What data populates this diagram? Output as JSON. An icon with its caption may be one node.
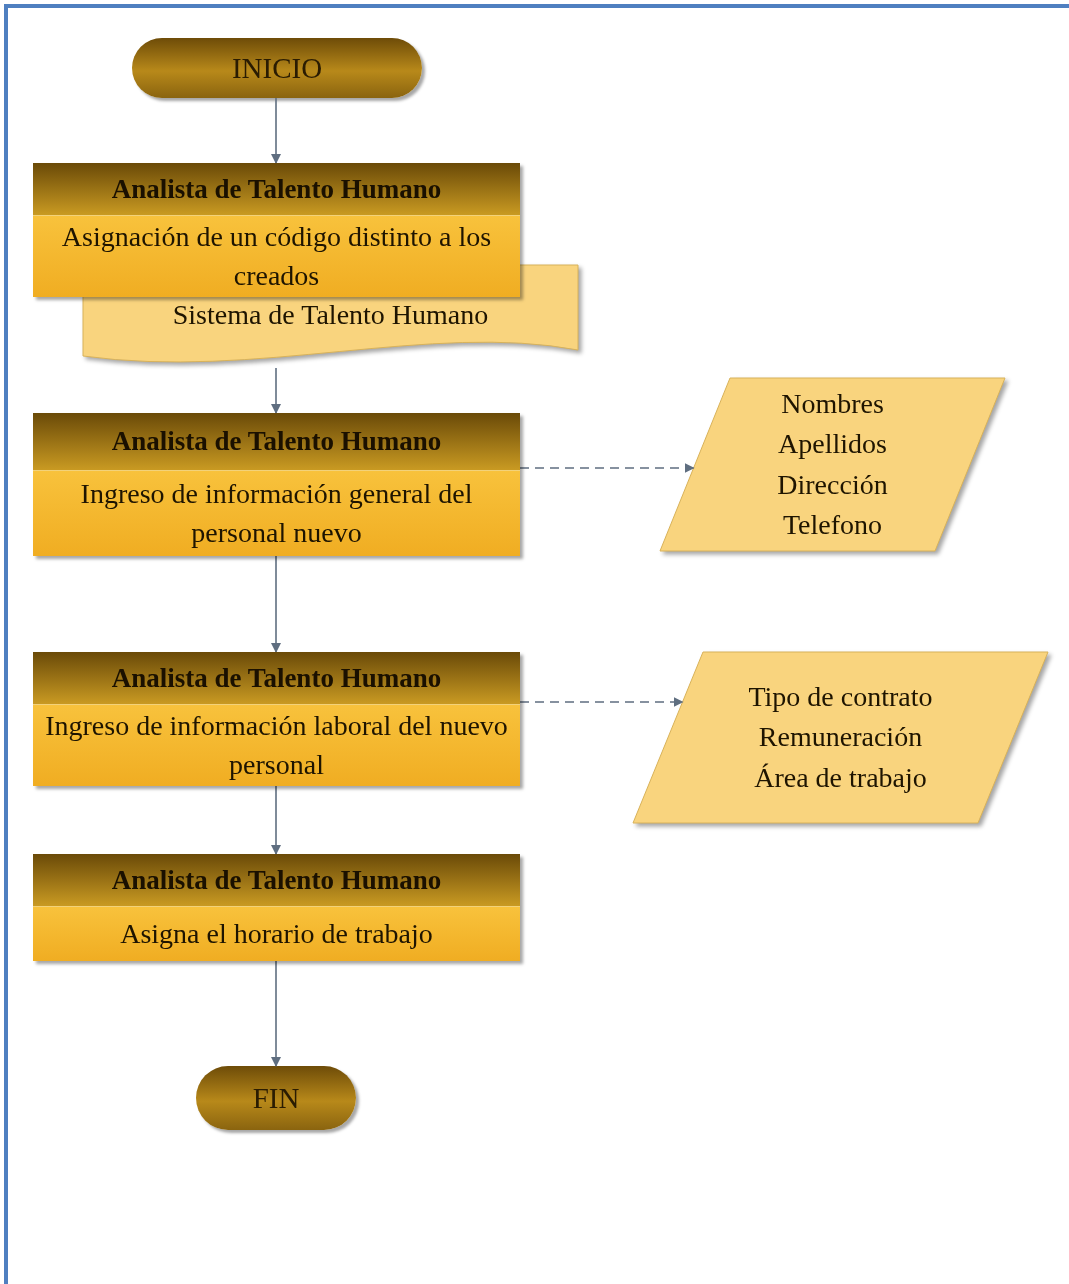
{
  "diagram": {
    "nodes": [
      {
        "text": [
          "INICIO"
        ]
      },
      {
        "text": [
          "Analista de Talento Humano",
          "Asignación de un código distinto a los creados"
        ]
      },
      {
        "text": [
          "Sistema de Talento Humano"
        ]
      },
      {
        "text": [
          "Analista de Talento Humano",
          "Ingreso de información general del personal nuevo"
        ]
      },
      {
        "text": [
          "Nombres",
          "Apellidos",
          "Dirección",
          "Telefono"
        ]
      },
      {
        "text": [
          "Analista de Talento Humano",
          "Ingreso de información laboral del nuevo personal"
        ]
      },
      {
        "text": [
          "Tipo de contrato",
          "Remuneración",
          "Área de trabajo"
        ]
      },
      {
        "text": [
          "Analista de Talento Humano",
          "Asigna el horario de trabajo"
        ]
      },
      {
        "text": [
          "FIN"
        ]
      }
    ],
    "edges": [
      {
        "from": 0,
        "to": 1,
        "arrow": "to"
      },
      {
        "from": 2,
        "to": 3,
        "arrow": "to"
      },
      {
        "from": 3,
        "to": 4,
        "arrow": "to",
        "style": "dashed"
      },
      {
        "from": 3,
        "to": 5,
        "arrow": "to"
      },
      {
        "from": 5,
        "to": 6,
        "arrow": "to",
        "style": "dashed"
      },
      {
        "from": 5,
        "to": 7,
        "arrow": "to"
      },
      {
        "from": 7,
        "to": 8,
        "arrow": "to"
      }
    ]
  }
}
